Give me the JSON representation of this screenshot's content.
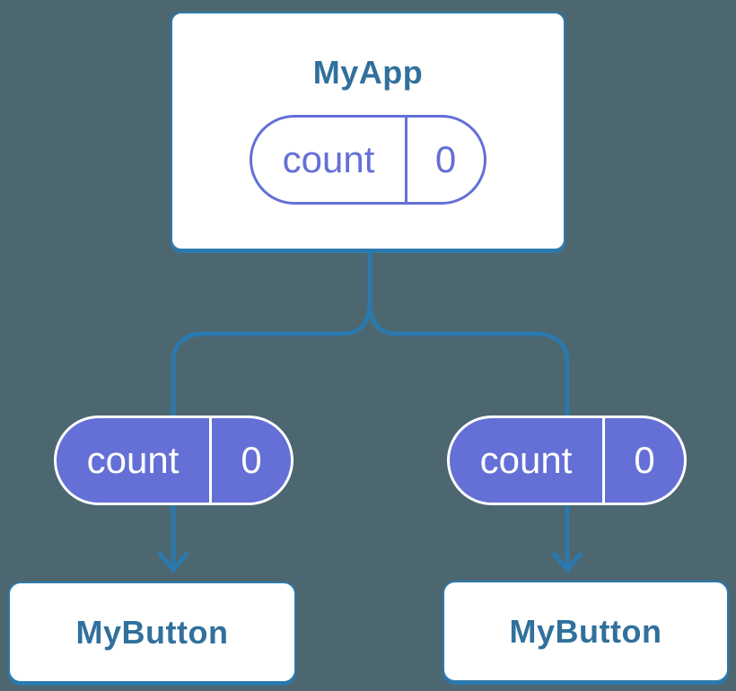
{
  "theme": {
    "background": "#4d6771",
    "line_blue": "#2b79ad",
    "title_blue": "#31709c",
    "purple": "#6470d6",
    "white": "#ffffff"
  },
  "root": {
    "title": "MyApp",
    "state": {
      "name": "count",
      "value": "0"
    }
  },
  "children": [
    {
      "title": "MyButton",
      "state": {
        "name": "count",
        "value": "0"
      }
    },
    {
      "title": "MyButton",
      "state": {
        "name": "count",
        "value": "0"
      }
    }
  ]
}
